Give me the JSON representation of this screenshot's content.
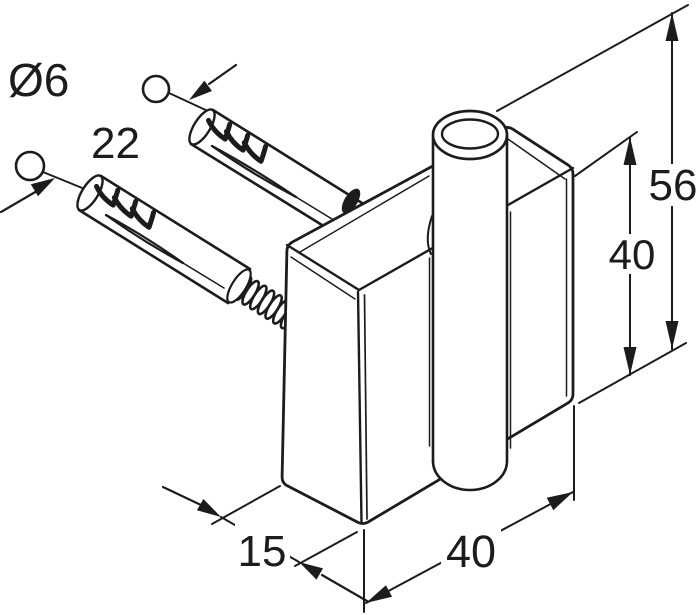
{
  "drawing": {
    "kind": "isometric technical dimension drawing",
    "subject": "door-hinge wall bracket with hinge pin sleeve, two ribbed wall plugs and mounting screws",
    "colors": {
      "line": "#1c1c1c",
      "background": "#ffffff"
    },
    "labels": {
      "diameter": "Ø6",
      "plug_length": "22",
      "total_height": "56",
      "body_height": "40",
      "body_depth": "15",
      "body_width": "40"
    }
  }
}
